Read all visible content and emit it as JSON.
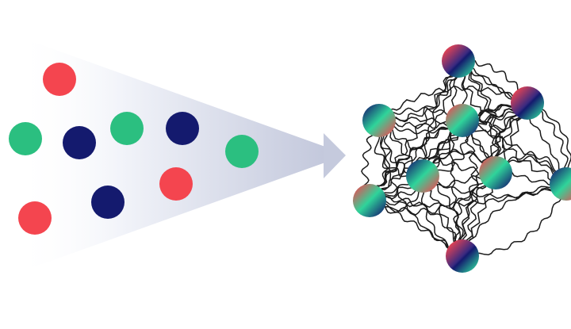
{
  "colors": {
    "red": "#f4454f",
    "green": "#2bbf80",
    "navy": "#141a6e",
    "funnel_tip": "#c7ccdf",
    "arrow": "#c5cadd",
    "edge": "#1a1a1a"
  },
  "input_dots": [
    "red",
    "green",
    "navy",
    "green",
    "navy",
    "green",
    "red",
    "navy",
    "red"
  ],
  "network_node_count": 9
}
